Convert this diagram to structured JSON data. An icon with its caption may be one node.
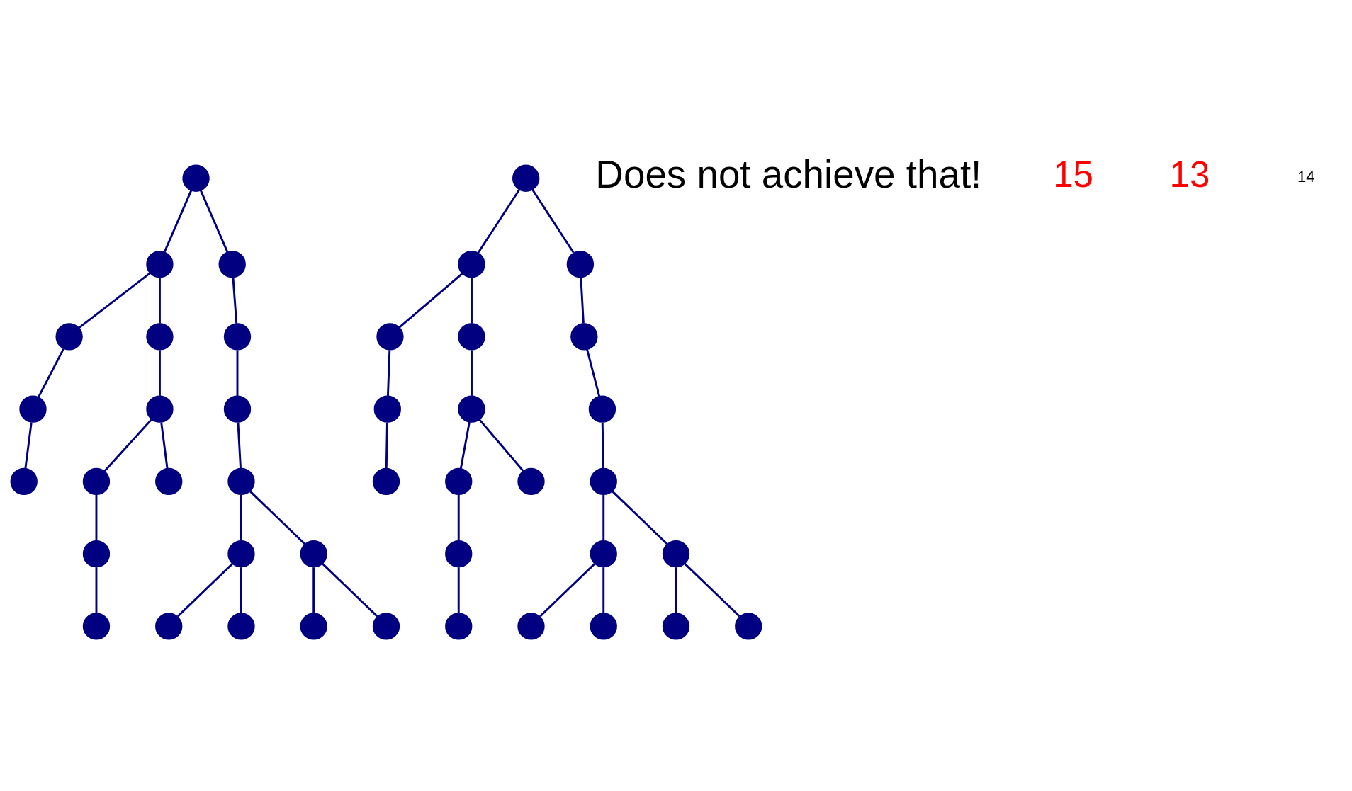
{
  "diagram": {
    "nodes": [
      {
        "text": [],
        "shape": "circle"
      },
      {
        "text": [],
        "shape": "circle"
      },
      {
        "text": [],
        "shape": "circle"
      },
      {
        "text": [],
        "shape": "circle"
      },
      {
        "text": [],
        "shape": "circle"
      },
      {
        "text": [],
        "shape": "circle"
      },
      {
        "text": [],
        "shape": "circle"
      },
      {
        "text": [],
        "shape": "circle"
      },
      {
        "text": [],
        "shape": "circle"
      },
      {
        "text": [],
        "shape": "circle"
      },
      {
        "text": [],
        "shape": "circle"
      },
      {
        "text": [],
        "shape": "circle"
      },
      {
        "text": [],
        "shape": "circle"
      },
      {
        "text": [],
        "shape": "circle"
      },
      {
        "text": [],
        "shape": "circle"
      },
      {
        "text": [],
        "shape": "circle"
      },
      {
        "text": [],
        "shape": "circle"
      },
      {
        "text": [],
        "shape": "circle"
      },
      {
        "text": [],
        "shape": "circle"
      },
      {
        "text": [],
        "shape": "circle"
      },
      {
        "text": [],
        "shape": "circle"
      },
      {
        "text": [],
        "shape": "circle"
      },
      {
        "text": [],
        "shape": "circle"
      },
      {
        "text": [],
        "shape": "circle"
      },
      {
        "text": [],
        "shape": "circle"
      },
      {
        "text": [],
        "shape": "circle"
      },
      {
        "text": [],
        "shape": "circle"
      },
      {
        "text": [],
        "shape": "circle"
      },
      {
        "text": [],
        "shape": "circle"
      },
      {
        "text": [],
        "shape": "circle"
      },
      {
        "text": [],
        "shape": "circle"
      },
      {
        "text": [],
        "shape": "circle"
      },
      {
        "text": [],
        "shape": "circle"
      },
      {
        "text": [],
        "shape": "circle"
      },
      {
        "text": [],
        "shape": "circle"
      },
      {
        "text": [],
        "shape": "circle"
      },
      {
        "text": [],
        "shape": "circle"
      },
      {
        "text": [],
        "shape": "circle"
      },
      {
        "text": [],
        "shape": "circle"
      },
      {
        "text": [],
        "shape": "circle"
      },
      {
        "text": [],
        "shape": "circle"
      },
      {
        "text": [],
        "shape": "circle"
      }
    ],
    "edges": [
      {
        "from": 0,
        "to": 1,
        "arrow": "none"
      },
      {
        "from": 0,
        "to": 2,
        "arrow": "none"
      },
      {
        "from": 1,
        "to": 3,
        "arrow": "none"
      },
      {
        "from": 1,
        "to": 4,
        "arrow": "none"
      },
      {
        "from": 3,
        "to": 5,
        "arrow": "none"
      },
      {
        "from": 5,
        "to": 6,
        "arrow": "none"
      },
      {
        "from": 4,
        "to": 7,
        "arrow": "none"
      },
      {
        "from": 7,
        "to": 8,
        "arrow": "none"
      },
      {
        "from": 7,
        "to": 9,
        "arrow": "none"
      },
      {
        "from": 8,
        "to": 10,
        "arrow": "none"
      },
      {
        "from": 10,
        "to": 11,
        "arrow": "none"
      },
      {
        "from": 2,
        "to": 12,
        "arrow": "none"
      },
      {
        "from": 12,
        "to": 13,
        "arrow": "none"
      },
      {
        "from": 13,
        "to": 14,
        "arrow": "none"
      },
      {
        "from": 14,
        "to": 15,
        "arrow": "none"
      },
      {
        "from": 14,
        "to": 16,
        "arrow": "none"
      },
      {
        "from": 15,
        "to": 17,
        "arrow": "none"
      },
      {
        "from": 15,
        "to": 18,
        "arrow": "none"
      },
      {
        "from": 16,
        "to": 19,
        "arrow": "none"
      },
      {
        "from": 16,
        "to": 20,
        "arrow": "none"
      },
      {
        "from": 21,
        "to": 22,
        "arrow": "none"
      },
      {
        "from": 21,
        "to": 23,
        "arrow": "none"
      },
      {
        "from": 22,
        "to": 24,
        "arrow": "none"
      },
      {
        "from": 22,
        "to": 25,
        "arrow": "none"
      },
      {
        "from": 24,
        "to": 26,
        "arrow": "none"
      },
      {
        "from": 26,
        "to": 27,
        "arrow": "none"
      },
      {
        "from": 25,
        "to": 28,
        "arrow": "none"
      },
      {
        "from": 28,
        "to": 29,
        "arrow": "none"
      },
      {
        "from": 28,
        "to": 30,
        "arrow": "none"
      },
      {
        "from": 29,
        "to": 31,
        "arrow": "none"
      },
      {
        "from": 31,
        "to": 32,
        "arrow": "none"
      },
      {
        "from": 23,
        "to": 33,
        "arrow": "none"
      },
      {
        "from": 33,
        "to": 34,
        "arrow": "none"
      },
      {
        "from": 34,
        "to": 35,
        "arrow": "none"
      },
      {
        "from": 35,
        "to": 36,
        "arrow": "none"
      },
      {
        "from": 35,
        "to": 37,
        "arrow": "none"
      },
      {
        "from": 36,
        "to": 38,
        "arrow": "none"
      },
      {
        "from": 36,
        "to": 39,
        "arrow": "none"
      },
      {
        "from": 37,
        "to": 40,
        "arrow": "none"
      },
      {
        "from": 37,
        "to": 41,
        "arrow": "none"
      }
    ],
    "labels": [
      "Does not achieve that!",
      "15",
      "13",
      "14"
    ]
  }
}
